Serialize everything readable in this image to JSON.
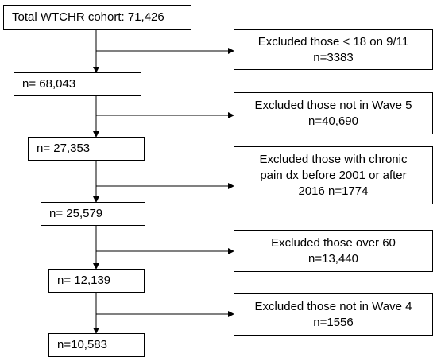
{
  "flowchart": {
    "main_steps": [
      {
        "label": "Total WTCHR cohort: 71,426"
      },
      {
        "label": "n= 68,043"
      },
      {
        "label": "n= 27,353"
      },
      {
        "label": "n= 25,579"
      },
      {
        "label": "n= 12,139"
      },
      {
        "label": "n=10,583"
      }
    ],
    "exclusions": [
      {
        "label": "Excluded those < 18 on 9/11\nn=3383"
      },
      {
        "label": "Excluded those not in Wave 5\nn=40,690"
      },
      {
        "label": "Excluded those with chronic\npain dx before 2001 or after\n2016 n=1774"
      },
      {
        "label": "Excluded those over 60\nn=13,440"
      },
      {
        "label": "Excluded those not in Wave 4\nn=1556"
      }
    ]
  },
  "colors": {
    "line": "#000000",
    "box_border": "#000000",
    "background": "#ffffff"
  }
}
